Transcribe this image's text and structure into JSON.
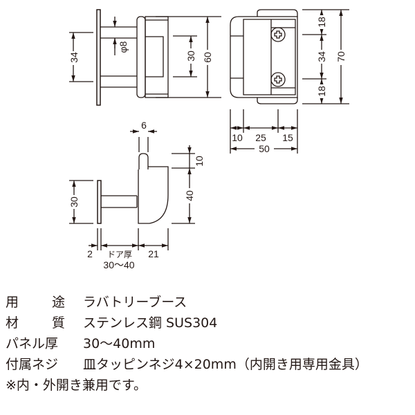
{
  "drawing": {
    "front": {
      "dim_34": "34",
      "dim_phi8": "φ8",
      "dim_30": "30",
      "dim_60": "60"
    },
    "side": {
      "dim_18_top": "18",
      "dim_34": "34",
      "dim_18_bottom": "18",
      "dim_70": "70",
      "dim_10": "10",
      "dim_25": "25",
      "dim_15": "15",
      "dim_50": "50"
    },
    "bottom": {
      "dim_6": "6",
      "dim_10": "10",
      "dim_40": "40",
      "dim_30": "30",
      "dim_2": "2",
      "door_thickness_label": "ドア厚",
      "door_thickness_value": "30〜40",
      "dim_21": "21"
    }
  },
  "specs": [
    {
      "label_a": "用",
      "label_b": "途",
      "value": "ラバトリーブース"
    },
    {
      "label_a": "材",
      "label_b": "質",
      "value": "ステンレス鋼 SUS304"
    },
    {
      "label": "パネル厚",
      "value": "30〜40mm"
    },
    {
      "label": "付属ネジ",
      "value": "皿タッピンネジ4×20mm（内開き用専用金具）"
    }
  ],
  "note": "※内・外開き兼用です。"
}
